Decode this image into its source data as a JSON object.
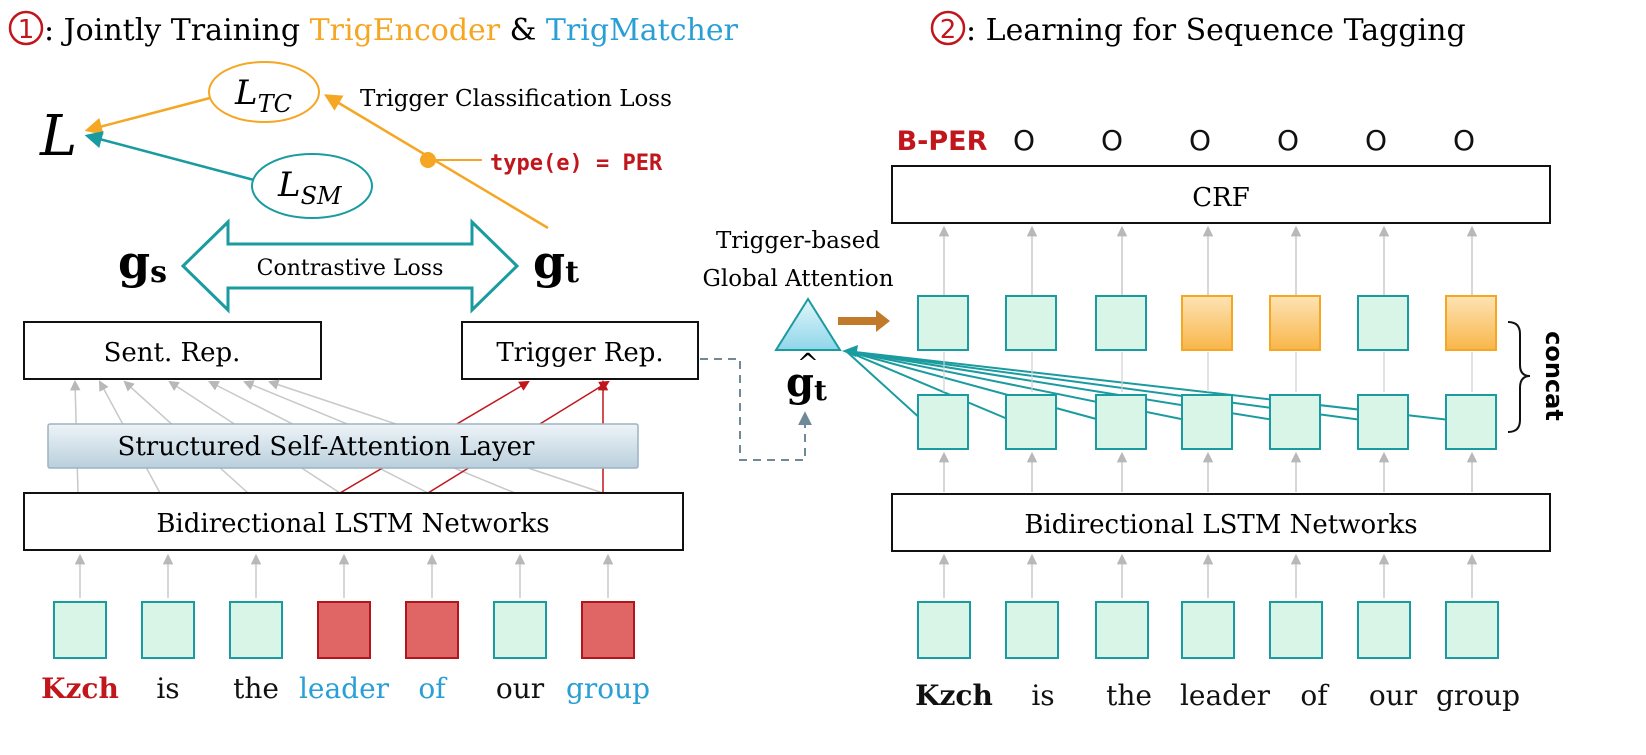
{
  "colors": {
    "orange": "#f5a623",
    "blue": "#2a9fd6",
    "teal": "#1a9ba0",
    "red": "#c0161c",
    "green_fill": "#d8f5e8",
    "red_fill": "#e06666",
    "orange_fill": "#fbc96a",
    "gray_arrow": "#b8b8b8",
    "dark_red_arrow": "#c0161c",
    "brown_arrow": "#c07a2a"
  },
  "part1": {
    "circle_num": "1",
    "title_prefix": ": Jointly Training ",
    "trig_encoder": "TrigEncoder",
    "amp": " & ",
    "trig_matcher": "TrigMatcher",
    "loss_L": "L",
    "loss_tc": "L",
    "loss_tc_sub": "TC",
    "loss_sm": "L",
    "loss_sm_sub": "SM",
    "trigger_class_loss": "Trigger Classification Loss",
    "type_label": "type(e) = PER",
    "gs": "g",
    "gs_sub": "s",
    "gt": "g",
    "gt_sub": "t",
    "contrastive": "Contrastive Loss",
    "sent_rep": "Sent. Rep.",
    "trigger_rep": "Trigger Rep.",
    "self_attn": "Structured Self-Attention Layer",
    "bilstm": "Bidirectional LSTM Networks",
    "words": [
      "Kzch",
      "is",
      "the",
      "leader",
      "of",
      "our",
      "group"
    ]
  },
  "part2": {
    "circle_num": "2",
    "title": ": Learning for Sequence Tagging",
    "tags": [
      "B-PER",
      "O",
      "O",
      "O",
      "O",
      "O",
      "O"
    ],
    "crf": "CRF",
    "tga_line1": "Trigger-based",
    "tga_line2": "Global Attention",
    "ghat": "g",
    "ghat_sub": "t",
    "ghat_hat": "^",
    "concat": "concat",
    "bilstm": "Bidirectional LSTM Networks",
    "words": [
      "Kzch",
      "is",
      "the",
      "leader",
      "of",
      "our",
      "group"
    ]
  }
}
